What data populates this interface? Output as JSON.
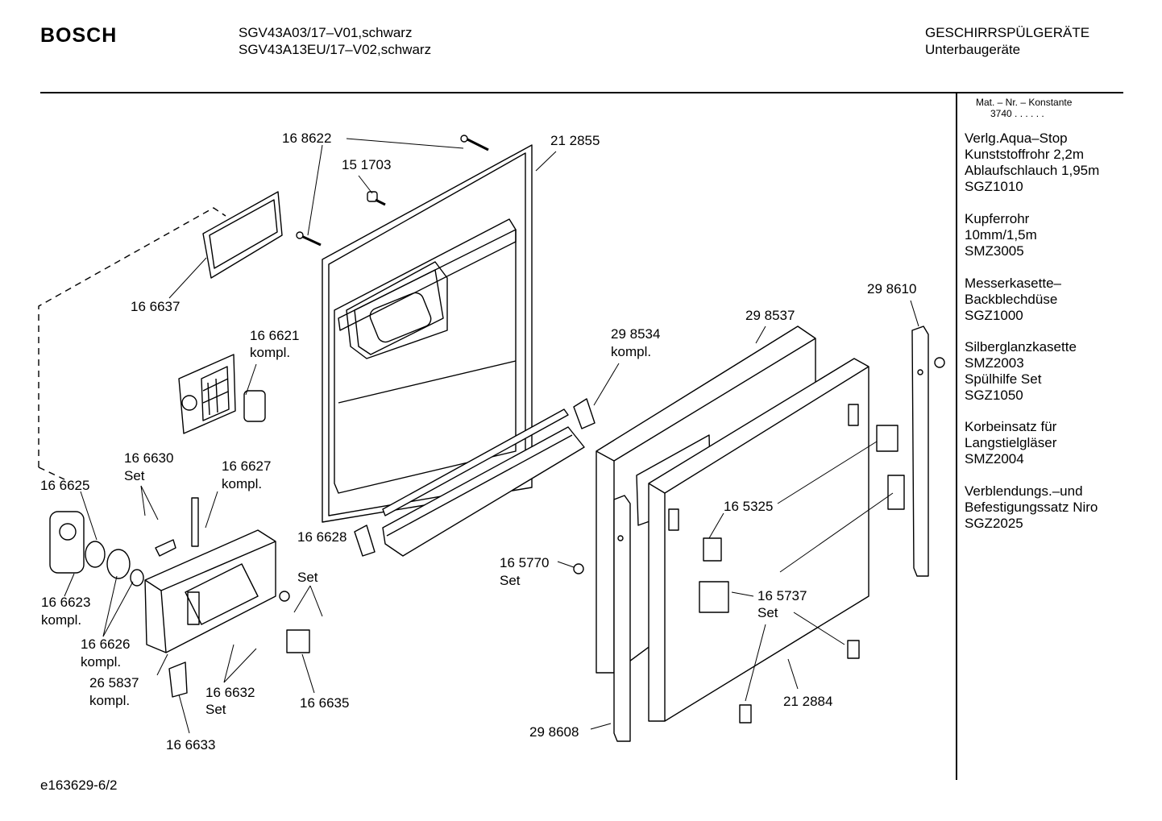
{
  "header": {
    "brand": "BOSCH",
    "models": [
      "SGV43A03/17–V01,schwarz",
      "SGV43A13EU/17–V02,schwarz"
    ],
    "category": [
      "GESCHIRRSPÜLGERÄTE",
      "Unterbaugeräte"
    ]
  },
  "sidebar": {
    "mat_label": "Mat. – Nr. – Konstante",
    "mat_value": "3740  .  .    .  .  .  .",
    "accessories": [
      [
        "Verlg.Aqua–Stop",
        "Kunststoffrohr 2,2m",
        "Ablaufschlauch 1,95m",
        "SGZ1010"
      ],
      [
        "Kupferrohr",
        "10mm/1,5m",
        "SMZ3005"
      ],
      [
        "Messerkasette–",
        "Backblechdüse",
        "SGZ1000"
      ],
      [
        "Silberglanzkasette",
        "SMZ2003",
        "Spülhilfe Set",
        "SGZ1050"
      ],
      [
        "Korbeinsatz für",
        "Langstielgläser",
        "SMZ2004"
      ],
      [
        "Verblendungs.–und",
        "Befestigungssatz Niro",
        "SGZ2025"
      ]
    ]
  },
  "parts": [
    {
      "label": [
        "16 8622"
      ]
    },
    {
      "label": [
        "21 2855"
      ]
    },
    {
      "label": [
        "15 1703"
      ]
    },
    {
      "label": [
        "16 6637"
      ]
    },
    {
      "label": [
        "16 6621",
        "kompl."
      ]
    },
    {
      "label": [
        "29 8534",
        "kompl."
      ]
    },
    {
      "label": [
        "29 8537"
      ]
    },
    {
      "label": [
        "29 8610"
      ]
    },
    {
      "label": [
        "16 6630",
        "Set"
      ]
    },
    {
      "label": [
        "16 6627",
        "kompl."
      ]
    },
    {
      "label": [
        "16 6625"
      ]
    },
    {
      "label": [
        "16 6628",
        "Set"
      ]
    },
    {
      "label": [
        "16 6623",
        "kompl."
      ]
    },
    {
      "label": [
        "16 6626",
        "kompl."
      ]
    },
    {
      "label": [
        "26 5837",
        "kompl."
      ]
    },
    {
      "label": [
        "16 6632",
        "Set"
      ]
    },
    {
      "label": [
        "16 6635"
      ]
    },
    {
      "label": [
        "16 6633"
      ]
    },
    {
      "label": [
        "16 5325"
      ]
    },
    {
      "label": [
        "16 5770",
        "Set"
      ]
    },
    {
      "label": [
        "16 5737",
        "Set"
      ]
    },
    {
      "label": [
        "21 2884"
      ]
    },
    {
      "label": [
        "29 8608"
      ]
    }
  ],
  "footer": {
    "code": "e163629-6/2"
  }
}
